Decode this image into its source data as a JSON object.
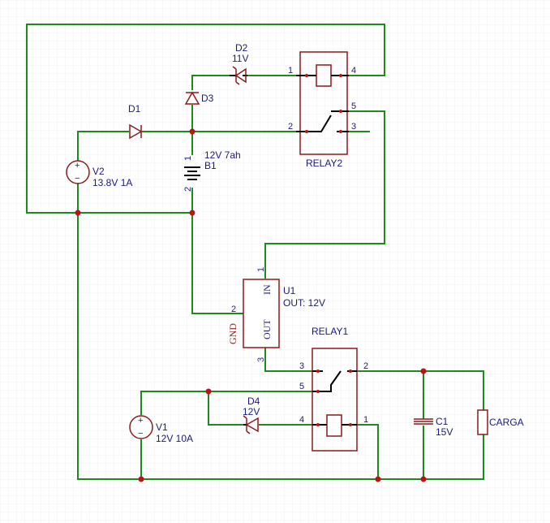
{
  "components": {
    "d1": {
      "ref": "D1"
    },
    "d2": {
      "ref": "D2",
      "value": "11V"
    },
    "d3": {
      "ref": "D3"
    },
    "d4": {
      "ref": "D4",
      "value": "12V"
    },
    "v2": {
      "ref": "V2",
      "value": "13.8V 1A"
    },
    "v1": {
      "ref": "V1",
      "value": "12V 10A"
    },
    "b1": {
      "ref": "B1",
      "value": "12V 7ah"
    },
    "relay2": {
      "ref": "RELAY2"
    },
    "relay1": {
      "ref": "RELAY1"
    },
    "u1": {
      "ref": "U1",
      "value": "OUT: 12V",
      "pin_in": "IN",
      "pin_out": "OUT",
      "pin_gnd": "GND"
    },
    "c1": {
      "ref": "C1",
      "value": "15V"
    },
    "carga": {
      "ref": "CARGA"
    }
  },
  "pins": {
    "relay2": [
      "1",
      "2",
      "3",
      "4",
      "5"
    ],
    "relay1": [
      "1",
      "2",
      "3",
      "4",
      "5"
    ],
    "b1": [
      "1",
      "2"
    ],
    "u1": [
      "1",
      "2",
      "3"
    ]
  },
  "symbols": {
    "plus": "+",
    "minus": "−"
  }
}
